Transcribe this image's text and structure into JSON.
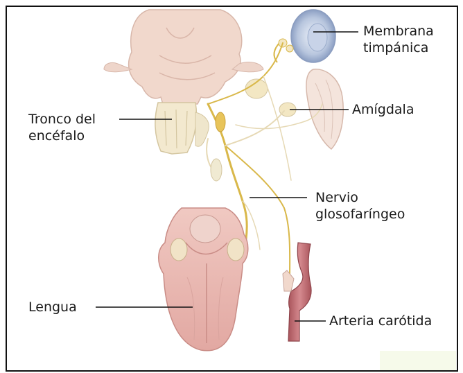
{
  "labels": {
    "membrana": {
      "line1": "Membrana",
      "line2": "timpánica"
    },
    "amigdala": "Amígdala",
    "tronco": {
      "line1": "Tronco del",
      "line2": "encéfalo"
    },
    "nervio": {
      "line1": "Nervio",
      "line2": "glosofaríngeo"
    },
    "lengua": "Lengua",
    "arteria": "Arteria carótida"
  },
  "colors": {
    "border": "#111111",
    "nerve": "#d9b84a",
    "tissue": "#f1d8cc",
    "tongue": "#e8b4ae",
    "artery": "#c4747a",
    "eardrum": "#b8c6de"
  }
}
